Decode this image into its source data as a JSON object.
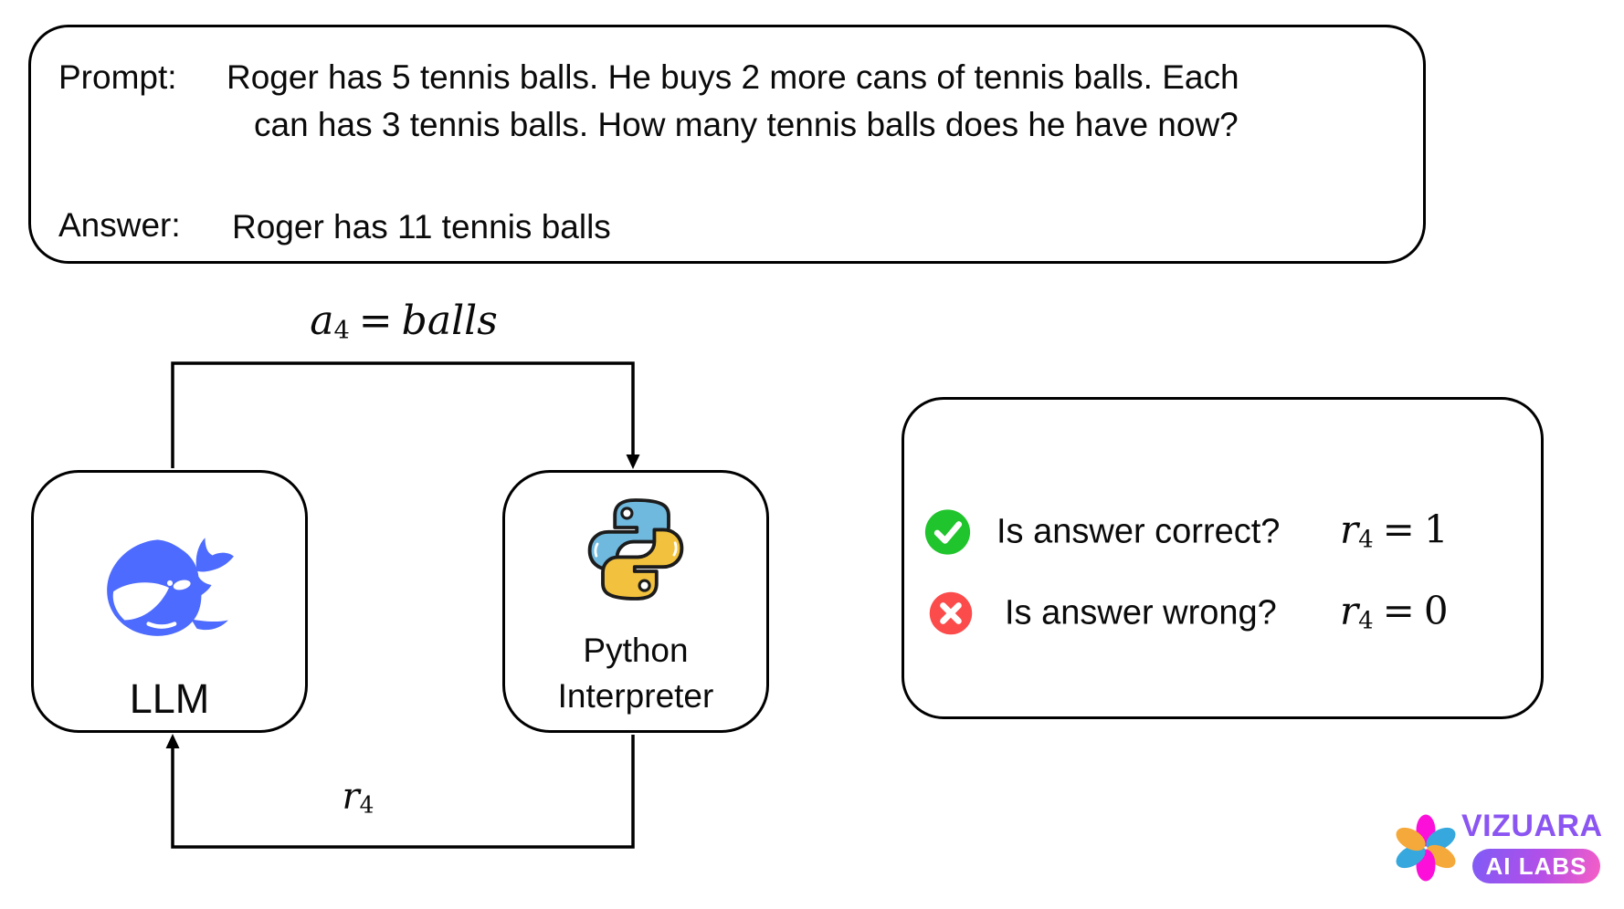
{
  "prompt_box": {
    "prompt_label": "Prompt:",
    "prompt_lines": [
      "Roger has 5 tennis balls. He buys 2 more cans of tennis balls. Each",
      "can has 3 tennis balls. How many tennis balls does he have now?"
    ],
    "answer_label": "Answer:",
    "answer_text": "Roger has 11 tennis balls"
  },
  "diagram": {
    "llm_box": {
      "label": "LLM",
      "icon": "deepseek-whale-icon"
    },
    "python_box": {
      "label_line1": "Python",
      "label_line2": "Interpreter",
      "icon": "python-icon"
    },
    "action_arrow": {
      "var": "a",
      "sub": "4",
      "eq": "=",
      "val": "balls"
    },
    "reward_arrow": {
      "var": "r",
      "sub": "4"
    }
  },
  "verdict_box": {
    "rows": [
      {
        "icon": "check-icon",
        "question": "Is answer correct?",
        "formula": {
          "var": "r",
          "sub": "4",
          "eq": "=",
          "val": "1"
        }
      },
      {
        "icon": "cross-icon",
        "question": "Is answer wrong?",
        "formula": {
          "var": "r",
          "sub": "4",
          "eq": "=",
          "val": "0"
        }
      }
    ]
  },
  "branding": {
    "name": "VIZUARA",
    "tagline": "AI LABS"
  },
  "colors": {
    "whale_blue": "#4D6BFE",
    "python_blue": "#6FB8DE",
    "python_yellow": "#F2C23E",
    "check_green": "#20C42C",
    "cross_red": "#FB4B4B",
    "brand_purple": "#8B55F2",
    "petal_magenta": "#FB0FD9",
    "petal_orange": "#F6A93B",
    "petal_blue": "#37A8DD",
    "ink": "#000000",
    "background": "#FFFFFF"
  }
}
